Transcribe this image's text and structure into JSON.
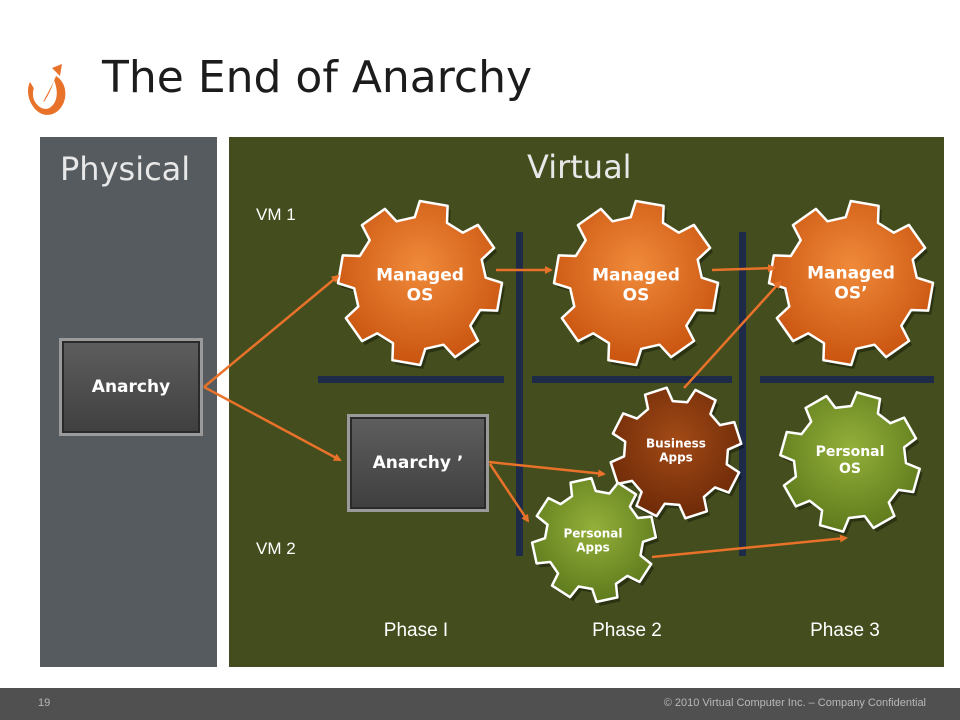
{
  "title": "The End of Anarchy",
  "panels": {
    "physical": "Physical",
    "virtual": "Virtual"
  },
  "vm_labels": {
    "vm1": "VM 1",
    "vm2": "VM 2"
  },
  "phases": [
    "Phase I",
    "Phase 2",
    "Phase 3"
  ],
  "boxes": {
    "anarchy": "Anarchy",
    "anarchy_prime": "Anarchy ’"
  },
  "gears": {
    "managed_os_1": {
      "line1": "Managed",
      "line2": "OS"
    },
    "managed_os_2": {
      "line1": "Managed",
      "line2": "OS"
    },
    "managed_os_3": {
      "line1": "Managed",
      "line2": "OS’"
    },
    "business_apps": {
      "line1": "Business",
      "line2": "Apps"
    },
    "personal_apps": {
      "line1": "Personal",
      "line2": "Apps"
    },
    "personal_os": {
      "line1": "Personal",
      "line2": "OS"
    }
  },
  "colors": {
    "orange_gear": "#e0661c",
    "brown_gear": "#8e3a10",
    "green_gear": "#7d9a2e",
    "arrow": "#e8722a",
    "divider": "#1d2a48"
  },
  "footer": {
    "page_number": "19",
    "copyright": "© 2010 Virtual Computer Inc. – Company Confidential"
  }
}
